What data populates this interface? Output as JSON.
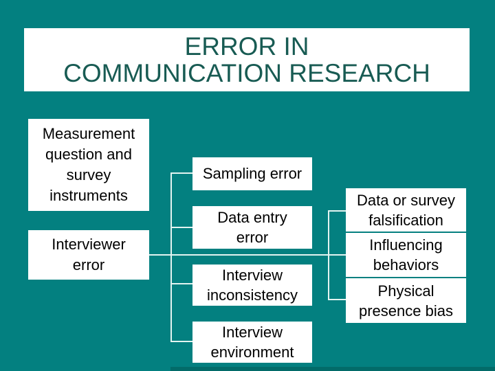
{
  "slide": {
    "title": "ERROR IN\nCOMMUNICATION RESEARCH",
    "nodes": {
      "measurement": "Measurement\nquestion and\nsurvey\ninstruments",
      "interviewer": "Interviewer\nerror",
      "sampling": "Sampling error",
      "data_entry": "Data entry\nerror",
      "inconsistency": "Interview\ninconsistency",
      "environment": "Interview\nenvironment",
      "falsification": "Data or survey\nfalsification",
      "influencing": "Influencing\nbehaviors",
      "physical": "Physical\npresence bias"
    },
    "colors": {
      "background": "#038080",
      "box_fill": "#FFFFFF",
      "box_text": "#000000",
      "title_text": "#185B53",
      "connector_line": "#E4F4F1",
      "bottom_edge": "#026B69"
    }
  }
}
